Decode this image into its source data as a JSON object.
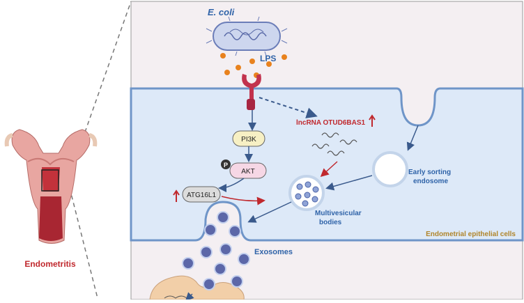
{
  "bacterium": {
    "name": "E. coli",
    "toxin": "LPS"
  },
  "pathway": {
    "pi3k": "PI3K",
    "phospho": "P",
    "akt": "AKT",
    "atg": "ATG16L1"
  },
  "lncrna": "lncRNA OTUD6BAS1",
  "vesicles": {
    "early": [
      "Early sorting",
      "endosome"
    ],
    "mvb": [
      "Multivesicular",
      "bodies"
    ]
  },
  "exosomes": "Exosomes",
  "cells": "Endometrial epithelial cells",
  "condition": "Endometritis",
  "colors": {
    "red": "#c0282d",
    "blue": "#2f63a8",
    "gold": "#b0852b",
    "cell": "#dde9f8",
    "outer": "#f4eff2"
  }
}
